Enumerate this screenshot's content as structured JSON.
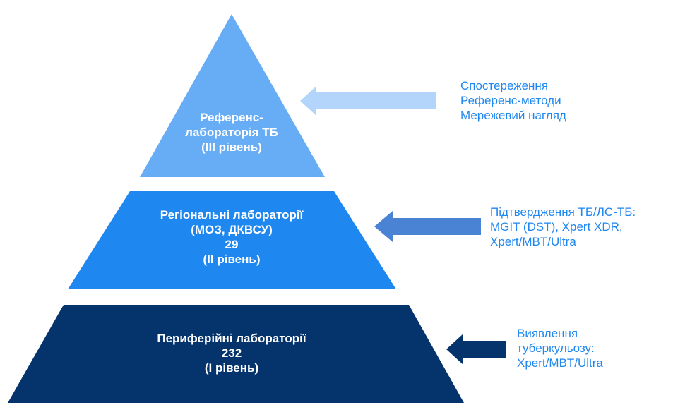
{
  "colors": {
    "tier_top": "#67adf6",
    "tier_middle": "#1f87f0",
    "tier_bottom": "#05336b",
    "arrow_top": "#b4d5fb",
    "arrow_middle": "#4a82d4",
    "arrow_bottom": "#05336b",
    "note_text": "#1f87f0",
    "tier_text": "#ffffff"
  },
  "tiers": {
    "top": {
      "line1": "Референс-",
      "line2": "лабораторія ТБ",
      "line3": "(III рівень)"
    },
    "middle": {
      "line1": "Регіональні лабораторії",
      "line2": "(МОЗ, ДКВСУ)",
      "line3": "29",
      "line4": "(II рівень)"
    },
    "bottom": {
      "line1": "Периферійні лабораторії",
      "line2": "232",
      "line3": "(I рівень)"
    }
  },
  "notes": {
    "top": {
      "line1": "Спостереження",
      "line2": "Референс-методи",
      "line3": "Мережевий нагляд"
    },
    "middle": {
      "line1": "Підтвердження ТБ/ЛС-ТБ:",
      "line2": "MGIT (DST), Xpert XDR,",
      "line3": "Xpert/MBT/Ultra"
    },
    "bottom": {
      "line1": "Виявлення",
      "line2": "туберкульозу:",
      "line3": "Xpert/MBT/Ultra"
    }
  }
}
